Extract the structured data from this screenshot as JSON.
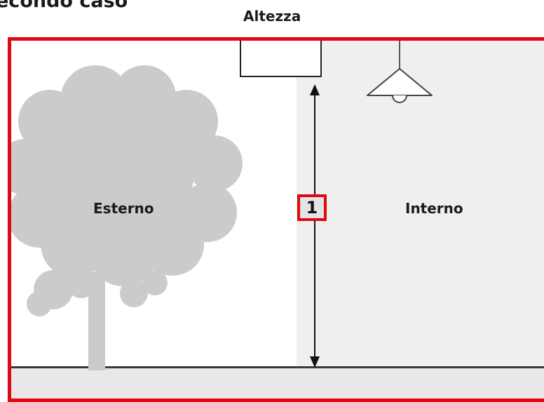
{
  "heading": "econdo caso",
  "measure_label": "Altezza",
  "outdoor_label": "Esterno",
  "indoor_label": "Interno",
  "marker_number": "1",
  "colors": {
    "highlight": "#e30613",
    "tree": "#c9cbcc",
    "indoor_background": "#efefef",
    "lines": "#222222"
  },
  "icons": [
    "tree-icon",
    "ceiling-lamp-icon",
    "double-arrow-icon"
  ]
}
